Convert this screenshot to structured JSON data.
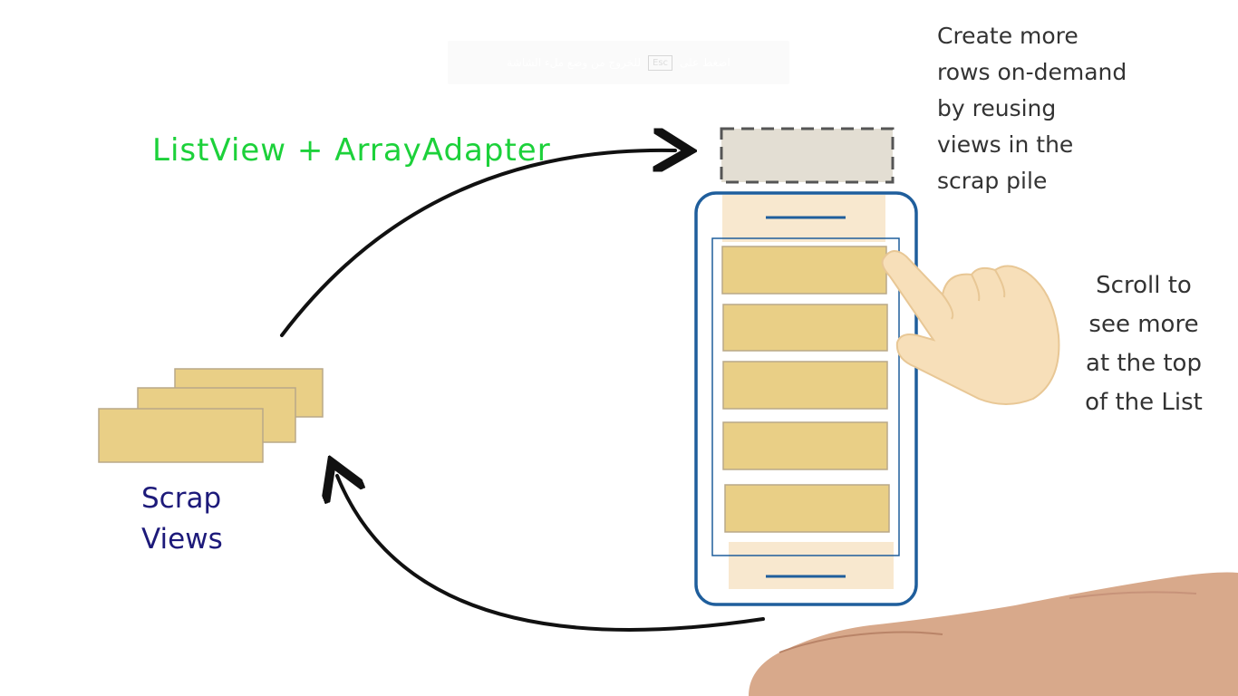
{
  "overlay": {
    "text_before": "اضغط على",
    "key": "Esc",
    "text_after": "للخروج من وضع ملء الشاشة"
  },
  "diagram": {
    "title": "ListView + ArrayAdapter",
    "scrap_label_line1": "Scrap",
    "scrap_label_line2": "Views",
    "note_top_lines": [
      "Create more",
      "rows on-demand",
      "by reusing",
      "views in the",
      "scrap pile"
    ],
    "note_right_lines": [
      "Scroll to",
      "see more",
      "at the top",
      "of the List"
    ]
  },
  "colors": {
    "title": "#1cd13a",
    "scrap_label": "#1d1a7a",
    "phone_frame": "#1f5e9c",
    "row_fill": "#e9cf86",
    "row_border": "#b9a888",
    "ghost_row": "#f8e8cf",
    "dashed_box": "#e3ded3",
    "arrow": "#111111",
    "finger": "#f7dfb9"
  },
  "icons": [
    "pointing-hand-icon"
  ]
}
